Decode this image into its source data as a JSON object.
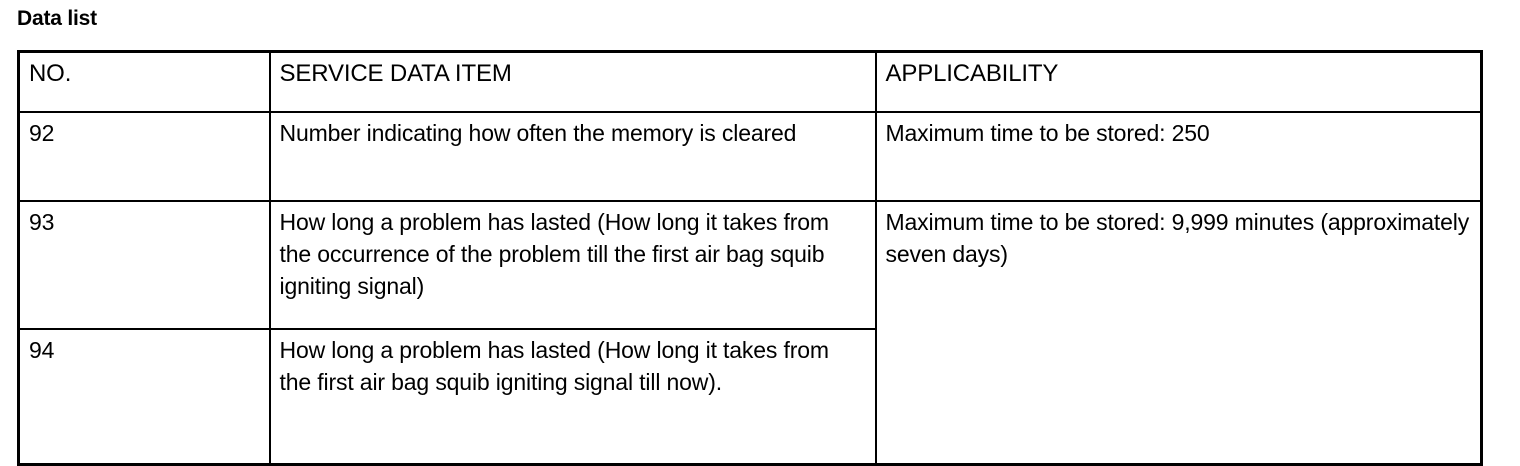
{
  "page": {
    "title": "Data list"
  },
  "table": {
    "headers": {
      "no": "NO.",
      "service_data_item": "SERVICE DATA ITEM",
      "applicability": "APPLICABILITY"
    },
    "rows": [
      {
        "no": "92",
        "service_data_item": "Number indicating how often the memory is cleared",
        "applicability": "Maximum time to be stored: 250"
      },
      {
        "no": "93",
        "service_data_item": "How long a problem has lasted (How long it takes from the occurrence of the problem till the first air bag squib igniting signal)",
        "applicability": "Maximum time to be stored: 9,999 minutes (approximately seven days)"
      },
      {
        "no": "94",
        "service_data_item": "How long a problem has lasted (How long it takes from the first air bag squib igniting signal till now).",
        "applicability": ""
      }
    ]
  },
  "colors": {
    "text": "#000000",
    "background": "#ffffff",
    "border": "#000000"
  }
}
